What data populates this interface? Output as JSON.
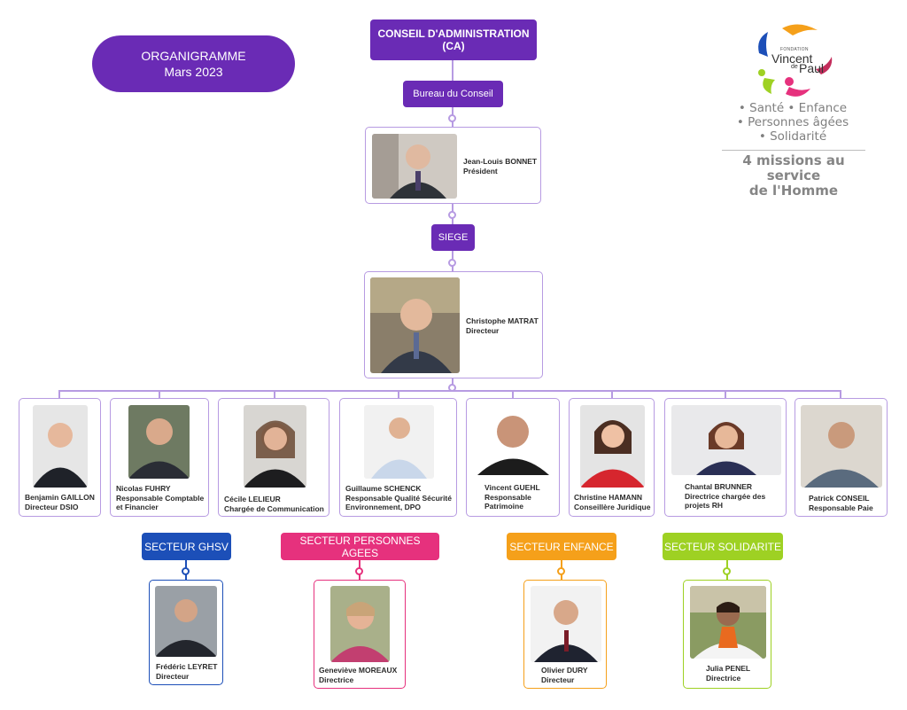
{
  "header": {
    "title": "ORGANIGRAMME",
    "date": "Mars 2023"
  },
  "ca": {
    "line1": "CONSEIL D'ADMINISTRATION",
    "line2": "(CA)"
  },
  "bureau": "Bureau du Conseil",
  "siege": "SIEGE",
  "president": {
    "name": "Jean-Louis BONNET",
    "role": "Président"
  },
  "director": {
    "name": "Christophe MATRAT",
    "role": "Directeur"
  },
  "staff": [
    {
      "name": "Benjamin GAILLON",
      "role": "Directeur DSIO"
    },
    {
      "name": "Nicolas FUHRY",
      "role": "Responsable Comptable et Financier"
    },
    {
      "name": "Cécile LELIEUR",
      "role": "Chargée de Communication"
    },
    {
      "name": "Guillaume SCHENCK",
      "role": "Responsable Qualité Sécurité Environnement, DPO"
    },
    {
      "name": "Vincent GUEHL",
      "role": "Responsable Patrimoine"
    },
    {
      "name": "Christine HAMANN",
      "role": "Conseillère Juridique"
    },
    {
      "name": "Chantal BRUNNER",
      "role": "Directrice chargée des projets RH"
    },
    {
      "name": "Patrick CONSEIL",
      "role": "Responsable Paie"
    }
  ],
  "sectors": [
    {
      "label": "SECTEUR GHSV",
      "color": "#1c4fb8",
      "name": "Frédéric LEYRET",
      "role": "Directeur"
    },
    {
      "label": "SECTEUR PERSONNES AGEES",
      "color": "#e6317d",
      "name": "Geneviève MOREAUX",
      "role": "Directrice"
    },
    {
      "label": "SECTEUR ENFANCE",
      "color": "#f5a01a",
      "name": "Olivier DURY",
      "role": "Directeur"
    },
    {
      "label": "SECTEUR SOLIDARITE",
      "color": "#9ed123",
      "name": "Julia PENEL",
      "role": "Directrice"
    }
  ],
  "logo": {
    "foundation": "FONDATION",
    "brand1": "Vincent",
    "brand2": "de",
    "brand3": "Paul",
    "missions1": "• Santé • Enfance",
    "missions2": "• Personnes âgées",
    "missions3": "• Solidarité",
    "tagline1": "4 missions au service",
    "tagline2": "de l'Homme"
  }
}
